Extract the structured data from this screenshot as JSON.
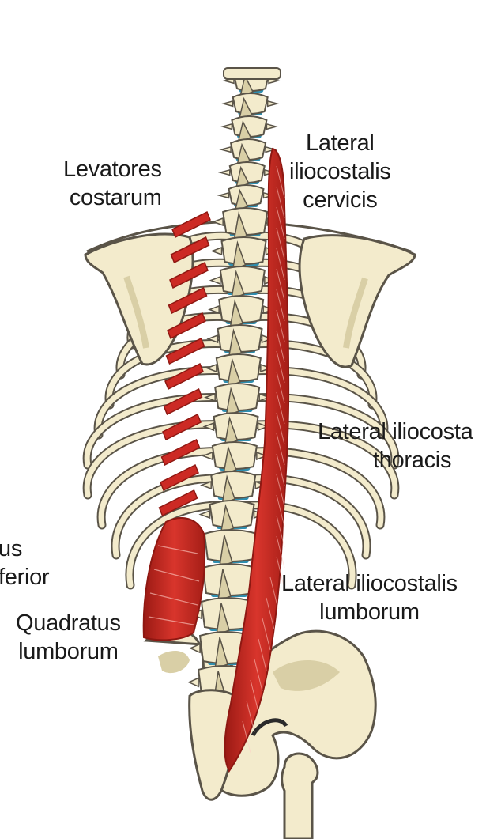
{
  "labels": {
    "levatores_costarum": {
      "line1": "Levatores",
      "line2": "costarum"
    },
    "lateral_iliocostalis_cervicis": {
      "line1": "Lateral",
      "line2": "iliocostalis",
      "line3": "cervicis"
    },
    "lateral_iliocostalis_thoracis": {
      "line1": "Lateral iliocosta",
      "line2": "thoracis"
    },
    "serratus_posterior_inferior_partial": {
      "line1": "us",
      "line2": "ferior"
    },
    "lateral_iliocostalis_lumborum": {
      "line1": "Lateral iliocostalis",
      "line2": "lumborum"
    },
    "quadratus_lumborum": {
      "line1": "Quadratus",
      "line2": "lumborum"
    }
  },
  "colors": {
    "bone": "#f3ebcc",
    "bone_outline": "#5a5448",
    "bone_shadow": "#d9cfa6",
    "muscle": "#cc2a24",
    "muscle_dark": "#8e1812",
    "disc": "#2f8fb0",
    "background": "#ffffff"
  }
}
